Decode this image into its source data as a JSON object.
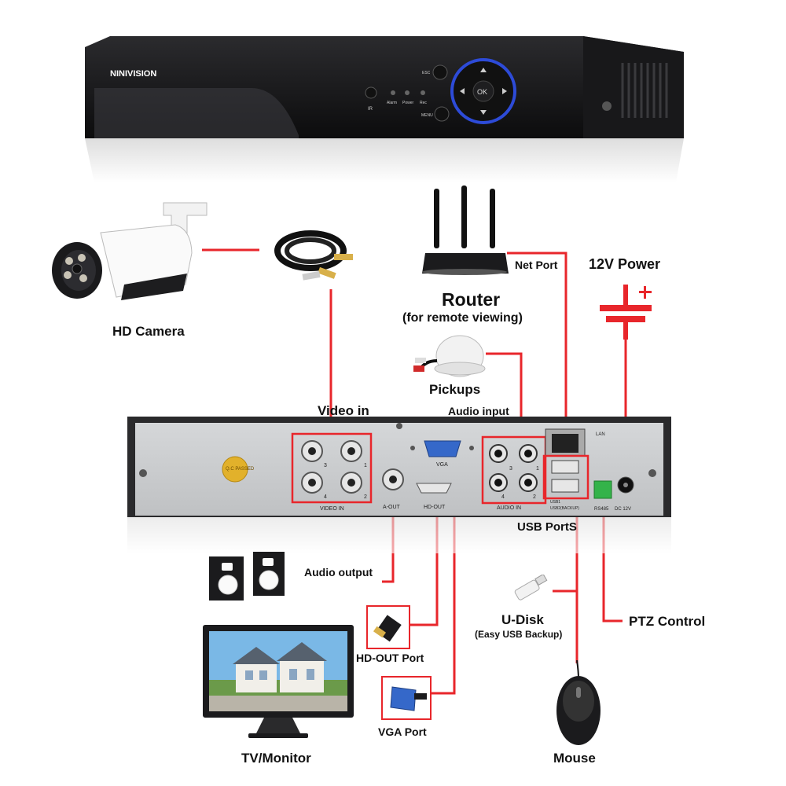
{
  "brand": "NINIVISION",
  "front_panel": {
    "ir": "IR",
    "alarm": "Alarm",
    "power": "Power",
    "rec": "Rec",
    "esc": "ESC",
    "menu": "MENU",
    "ok": "OK"
  },
  "rear_panel": {
    "video_in": "VIDEO IN",
    "a_out": "A-OUT",
    "hd_out": "HD-OUT",
    "vga": "VGA",
    "audio_in": "AUDIO IN",
    "usb1": "USB1",
    "usb2": "USB2(BACKUP)",
    "rs485": "RS485",
    "dc12v": "DC 12V",
    "lan": "LAN",
    "qc": "Q.C PASSED",
    "ports": [
      "1",
      "2",
      "3",
      "4"
    ]
  },
  "labels": {
    "hd_camera": "HD Camera",
    "video_in": "Video in",
    "router": "Router",
    "router_sub": "(for remote viewing)",
    "net_port": "Net Port",
    "power_12v": "12V Power",
    "pickups": "Pickups",
    "audio_input": "Audio input",
    "usb_ports": "USB PortS",
    "audio_output": "Audio output",
    "u_disk": "U-Disk",
    "u_disk_sub": "(Easy USB Backup)",
    "ptz_control": "PTZ Control",
    "hd_out_port": "HD-OUT Port",
    "vga_port": "VGA Port",
    "tv_monitor": "TV/Monitor",
    "mouse": "Mouse"
  },
  "colors": {
    "wire": "#e8262b",
    "panel": "#c7c9cb",
    "dark": "#1b1b1d"
  }
}
